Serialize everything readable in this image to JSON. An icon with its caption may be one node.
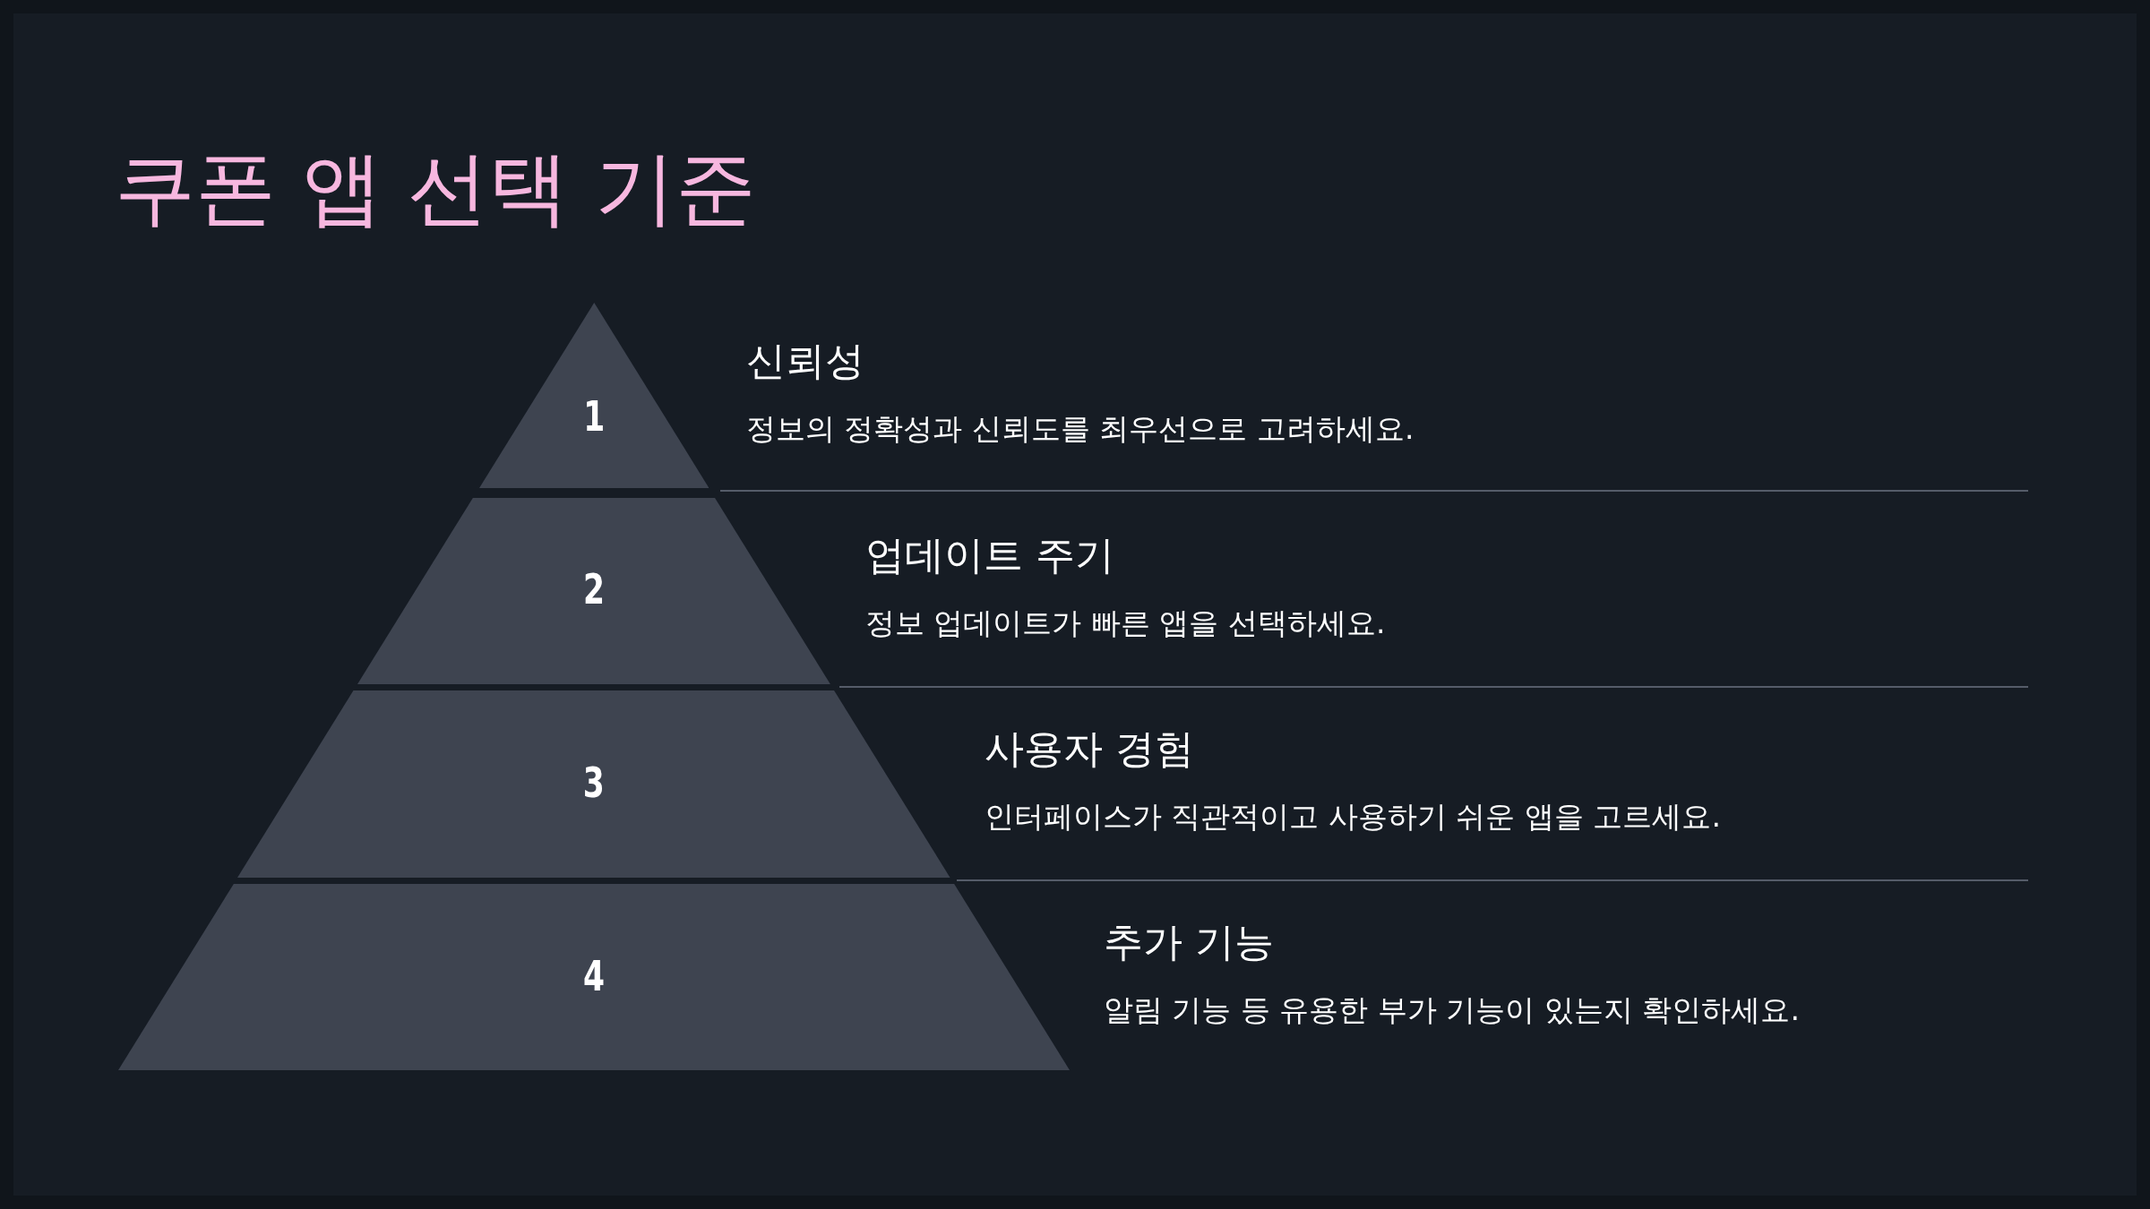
{
  "diagram": {
    "title": "쿠폰 앱 선택 기준",
    "nodes": [
      {
        "text": [
          "1"
        ],
        "beside": [
          "신뢰성",
          "정보의 정확성과 신뢰도를 최우선으로 고려하세요."
        ]
      },
      {
        "text": [
          "2"
        ],
        "beside": [
          "업데이트 주기",
          "정보 업데이트가 빠른 앱을 선택하세요."
        ]
      },
      {
        "text": [
          "3"
        ],
        "beside": [
          "사용자 경험",
          "인터페이스가 직관적이고 사용하기 쉬운 앱을 고르세요."
        ]
      },
      {
        "text": [
          "4"
        ],
        "beside": [
          "추가 기능",
          "알림 기능 등 유용한 부가 기능이 있는지 확인하세요."
        ]
      }
    ]
  }
}
